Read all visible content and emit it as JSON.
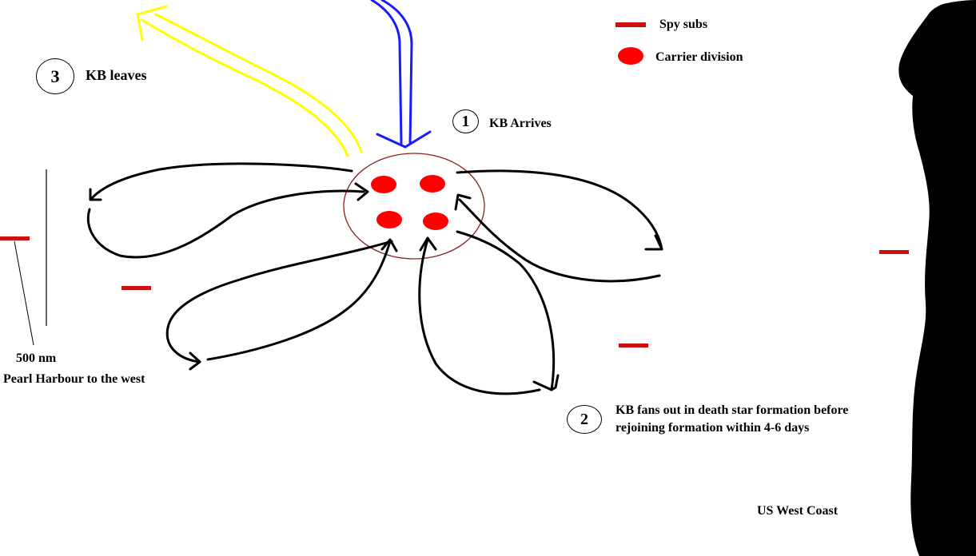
{
  "legend": {
    "spy_subs_label": "Spy subs",
    "carrier_division_label": "Carrier division"
  },
  "steps": [
    {
      "number": "1",
      "label": "KB Arrives"
    },
    {
      "number": "2",
      "label_line1": "KB fans out in death star formation before",
      "label_line2": "rejoining formation within 4-6 days"
    },
    {
      "number": "3",
      "label": "KB leaves"
    }
  ],
  "scale": {
    "distance_label": "500 nm",
    "direction_label": "Pearl Harbour to the west"
  },
  "coast_label": "US West Coast",
  "colors": {
    "sub": "#cc1111",
    "carrier": "#ff0000",
    "arrival_arrow": "#1a1aff",
    "departure_arrow": "#ffff00",
    "fan_arrows": "#000000",
    "formation_ring": "#8b2020",
    "coast": "#000000"
  }
}
